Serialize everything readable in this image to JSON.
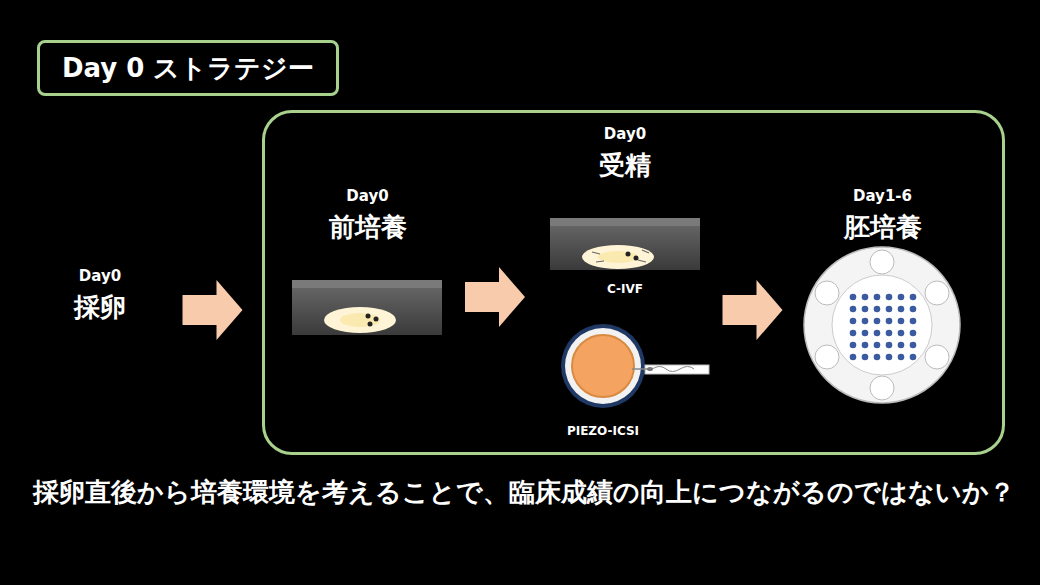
{
  "diagram": {
    "title": "Day 0 ストラテジー",
    "caption": "採卵直後から培養環境を考えることで、臨床成績の向上につながるのではないか？",
    "nodes": [
      {
        "text": [
          "Day0",
          "採卵"
        ]
      },
      {
        "text": []
      },
      {
        "text": [
          "Day0",
          "前培養"
        ],
        "in": 1
      },
      {
        "text": [
          "Day0",
          "受精"
        ],
        "in": 1
      },
      {
        "text": [
          "Day1-6",
          "胚培養"
        ],
        "in": 1
      }
    ],
    "edges": [
      {
        "from": 0,
        "to": 1,
        "arrow": "to"
      },
      {
        "from": 2,
        "to": 3,
        "arrow": "to"
      },
      {
        "from": 3,
        "to": 4,
        "arrow": "to"
      }
    ],
    "labels": [
      "C-IVF",
      "PIEZO-ICSI"
    ]
  }
}
